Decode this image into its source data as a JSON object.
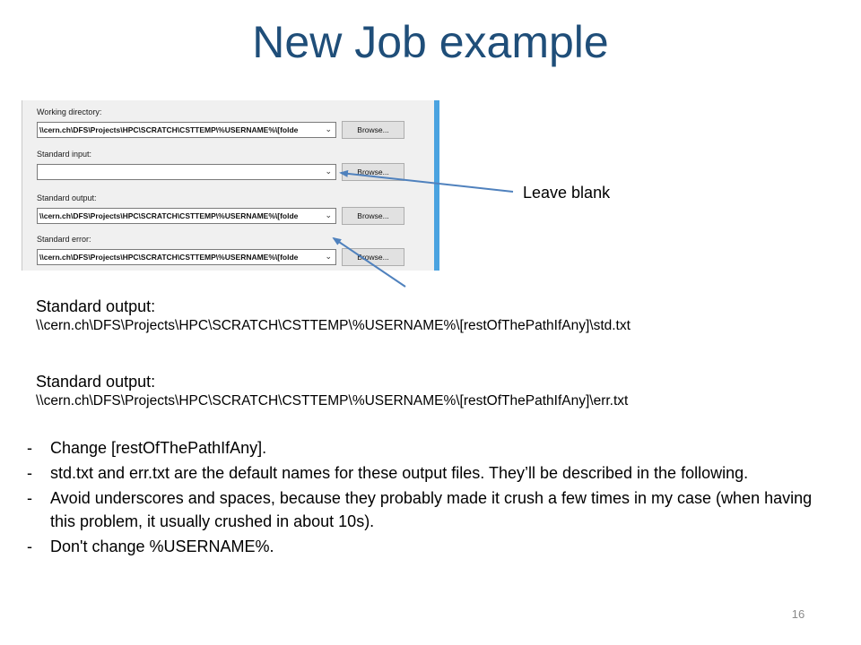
{
  "slide": {
    "title": "New Job example",
    "page_number": "16"
  },
  "dialog": {
    "fields": [
      {
        "label": "Working directory:",
        "value": "\\\\cern.ch\\DFS\\Projects\\HPC\\SCRATCH\\CSTTEMP\\%USERNAME%\\[folde",
        "button": "Browse..."
      },
      {
        "label": "Standard input:",
        "value": "",
        "button": "Browse..."
      },
      {
        "label": "Standard output:",
        "value": "\\\\cern.ch\\DFS\\Projects\\HPC\\SCRATCH\\CSTTEMP\\%USERNAME%\\[folde",
        "button": "Browse..."
      },
      {
        "label": "Standard error:",
        "value": "\\\\cern.ch\\DFS\\Projects\\HPC\\SCRATCH\\CSTTEMP\\%USERNAME%\\[folde",
        "button": "Browse..."
      }
    ],
    "dropdown_glyph": "⌄",
    "accent_color": "#4aa3e0"
  },
  "annotation": {
    "leave_blank": "Leave blank",
    "arrow_color": "#4f81bd"
  },
  "descriptions": [
    {
      "heading": "Standard output:",
      "path": "\\\\cern.ch\\DFS\\Projects\\HPC\\SCRATCH\\CSTTEMP\\%USERNAME%\\[restOfThePathIfAny]\\std.txt"
    },
    {
      "heading": "Standard output:",
      "path": "\\\\cern.ch\\DFS\\Projects\\HPC\\SCRATCH\\CSTTEMP\\%USERNAME%\\[restOfThePathIfAny]\\err.txt"
    }
  ],
  "bullets": {
    "dash": "-",
    "items": [
      "Change [restOfThePathIfAny].",
      "std.txt and err.txt are the default names for these output files. They’ll be described in the following.",
      "Avoid underscores and spaces, because they probably made it crush a few times in my case (when having this problem, it usually crushed in about 10s).",
      "Don't change %USERNAME%."
    ]
  }
}
